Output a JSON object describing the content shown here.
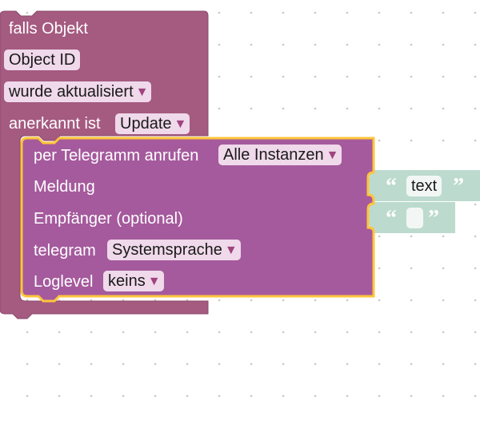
{
  "colors": {
    "event_block": "#a55a80",
    "telegram_block": "#a55a9d",
    "text_block": "#bddacf",
    "selection_outline": "#fdc53a",
    "field_bg": "#efd9ea"
  },
  "event_block": {
    "title": "falls Objekt",
    "object_id": "Object ID",
    "trigger_option": "wurde aktualisiert",
    "ack_label": "anerkannt ist",
    "ack_option": "Update"
  },
  "telegram_block": {
    "title": "per Telegramm anrufen",
    "instance_option": "Alle Instanzen",
    "message_label": "Meldung",
    "recipient_label": "Empfänger (optional)",
    "language_label": "telegram",
    "language_option": "Systemsprache",
    "loglevel_label": "Loglevel",
    "loglevel_option": "keins"
  },
  "message_text_block": {
    "open_quote": "“",
    "value": "text",
    "close_quote": "”"
  },
  "recipient_text_block": {
    "open_quote": "“",
    "value": "",
    "close_quote": "”"
  },
  "icons": {
    "dropdown": "triangle-down"
  }
}
